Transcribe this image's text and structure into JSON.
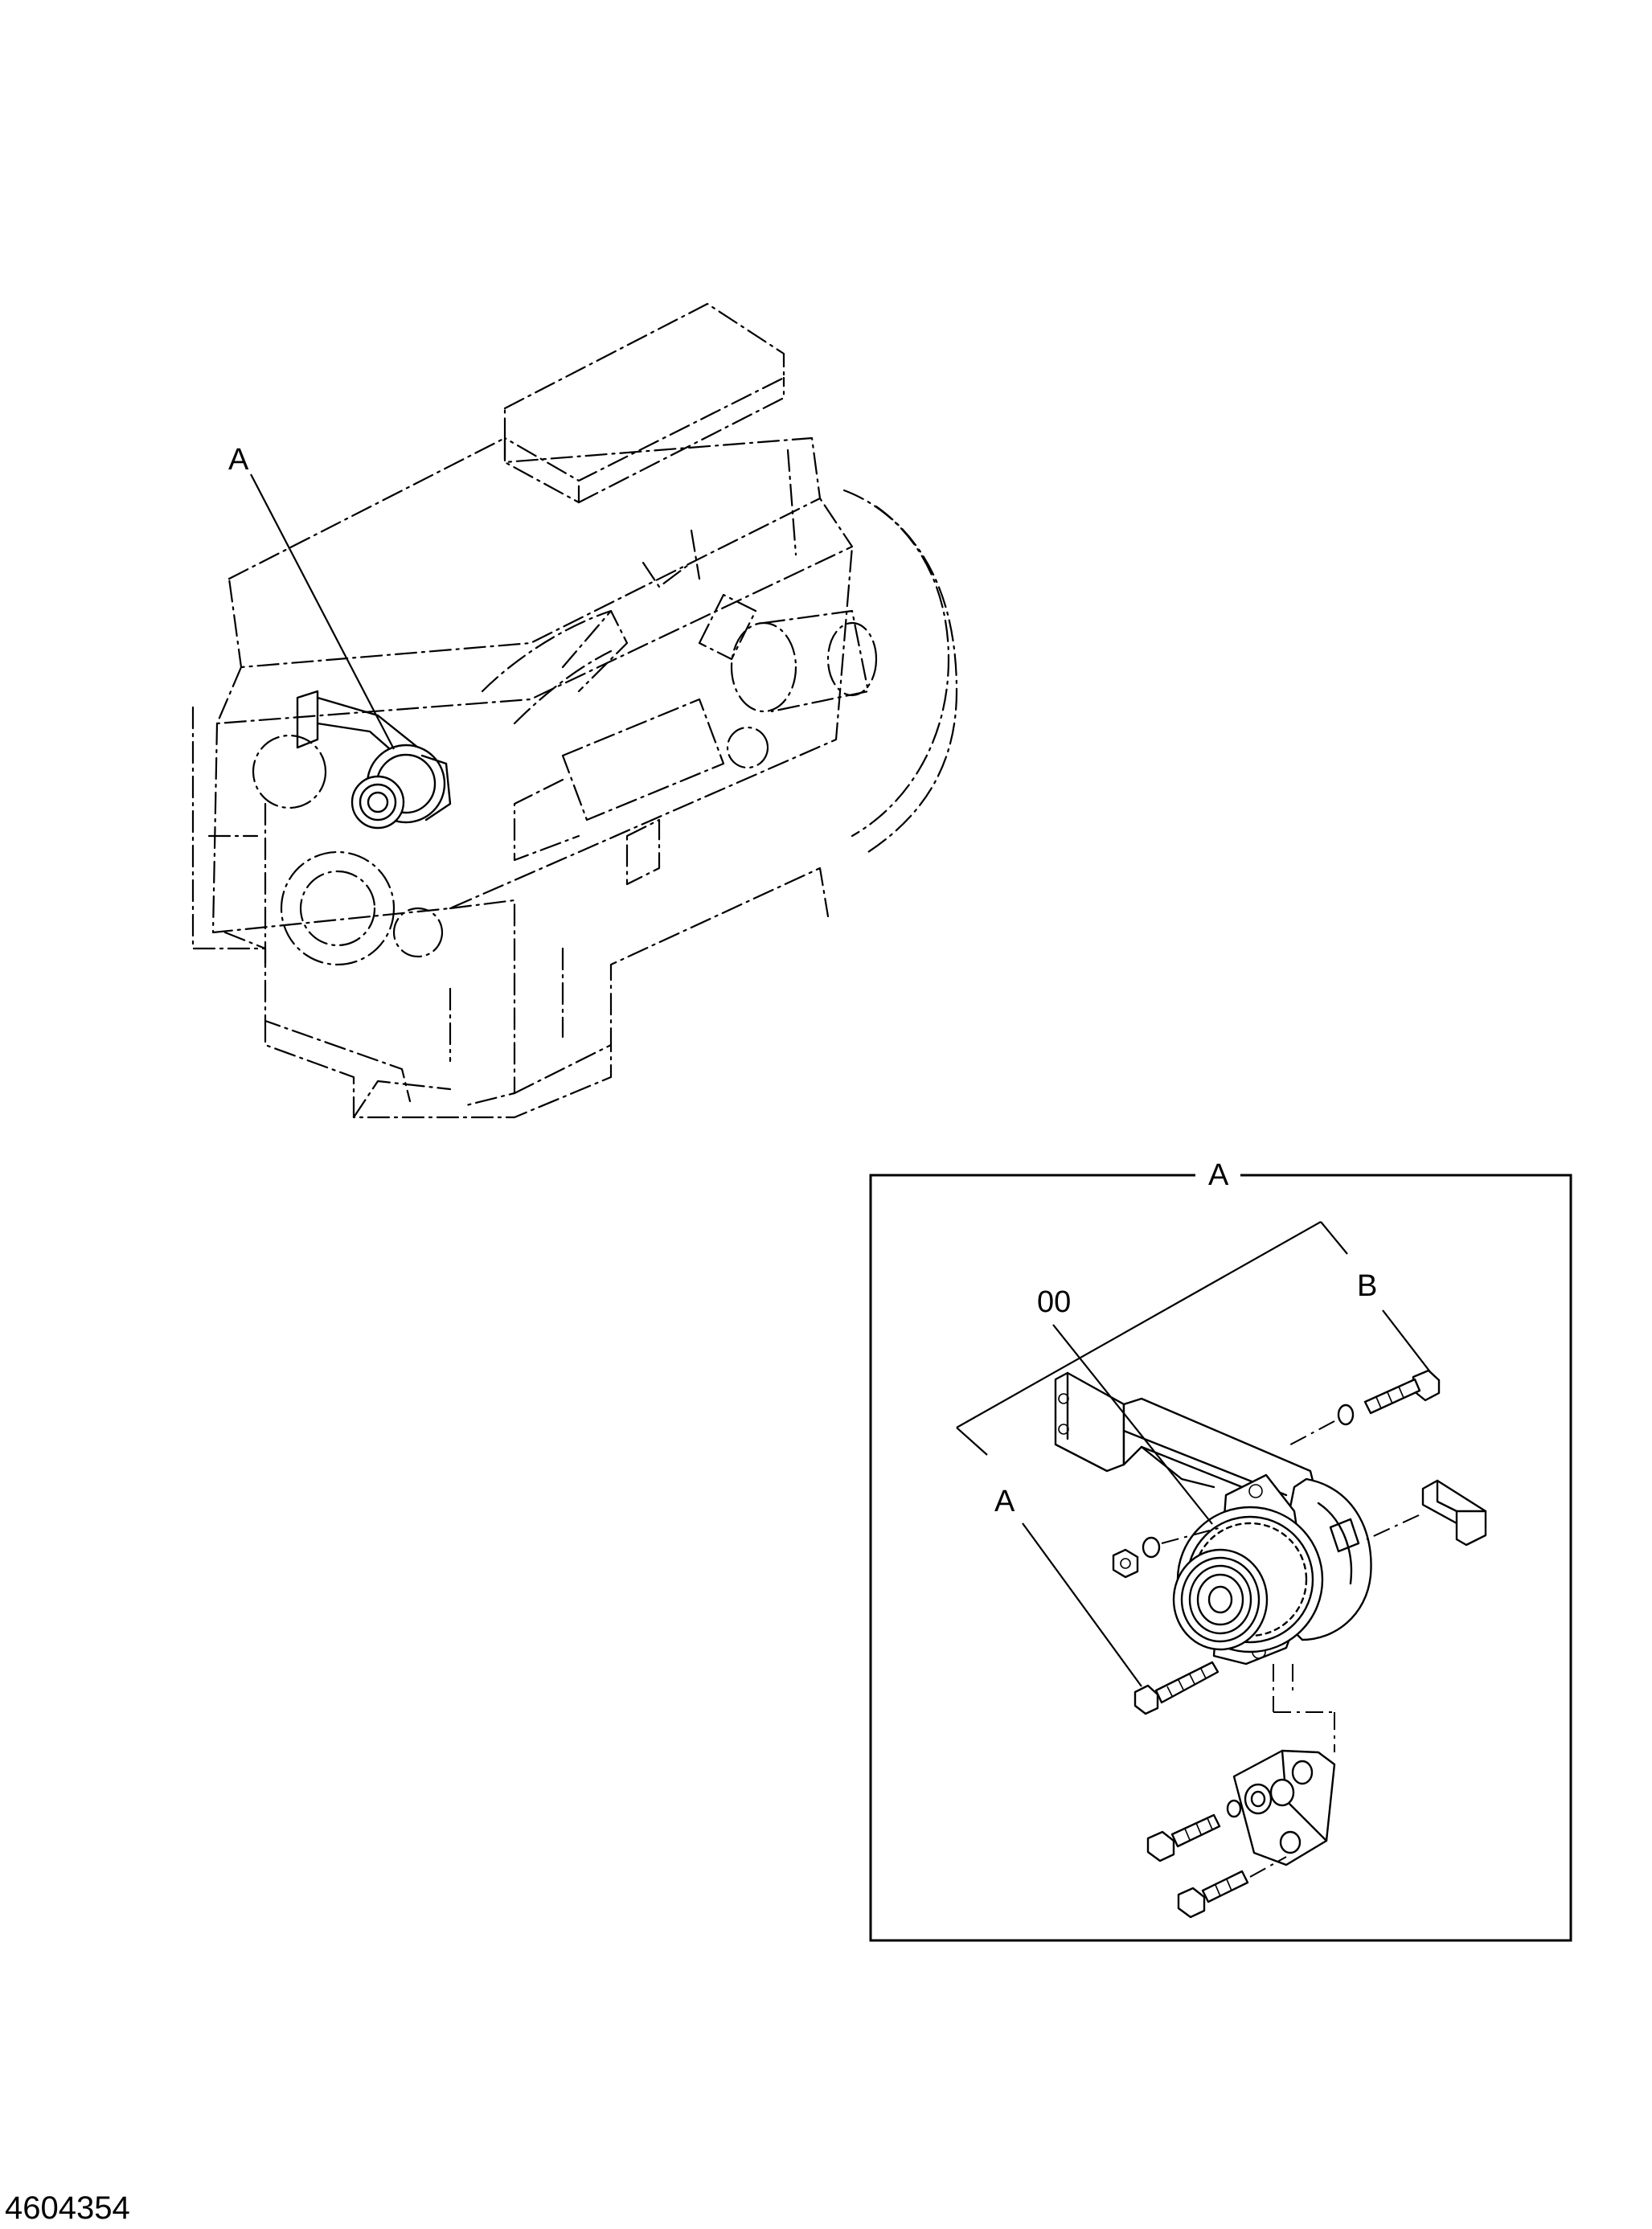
{
  "overview": {
    "callout_label": "A"
  },
  "detail_view": {
    "title_label": "A",
    "part_number_label": "00",
    "group_a_label": "A",
    "group_b_label": "B"
  },
  "drawing_number": "4604354"
}
